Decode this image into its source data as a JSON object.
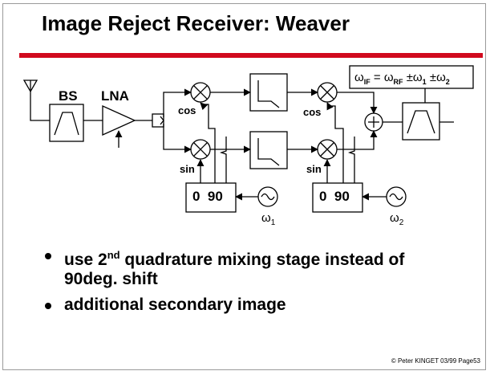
{
  "slide": {
    "title": "Image Reject Receiver: Weaver",
    "accent_color": "#d10a1e"
  },
  "diagram": {
    "blocks": {
      "bs_label": "BS",
      "lna_label": "LNA",
      "phase_shift_label_1": "0  90",
      "phase_shift_label_2": "0  90"
    },
    "mixer_labels": {
      "upper_1": "cos",
      "lower_1": "sin",
      "upper_2": "cos",
      "lower_2": "sin"
    },
    "oscillators": {
      "osc1_label": "ω",
      "osc1_sub": "1",
      "osc2_label": "ω",
      "osc2_sub": "2"
    },
    "equation": {
      "lhs": "ω",
      "lhs_sub": "IF",
      "equals": " = ω",
      "rf_sub": "RF",
      "pm1": " ±ω",
      "sub1": "1",
      "pm2": " ±ω",
      "sub2": "2"
    },
    "icons": [
      "antenna-icon",
      "bandpass-filter-icon",
      "amplifier-icon",
      "splitter-icon",
      "mixer-icon",
      "lowpass-filter-icon",
      "summer-icon",
      "oscillator-icon"
    ]
  },
  "bullets": [
    {
      "pre": "use 2",
      "sup": "nd",
      "post": " quadrature mixing stage instead of 90deg. shift"
    },
    {
      "text": "additional secondary image"
    }
  ],
  "footer": {
    "text": "© Peter KINGET  03/99 Page53"
  }
}
